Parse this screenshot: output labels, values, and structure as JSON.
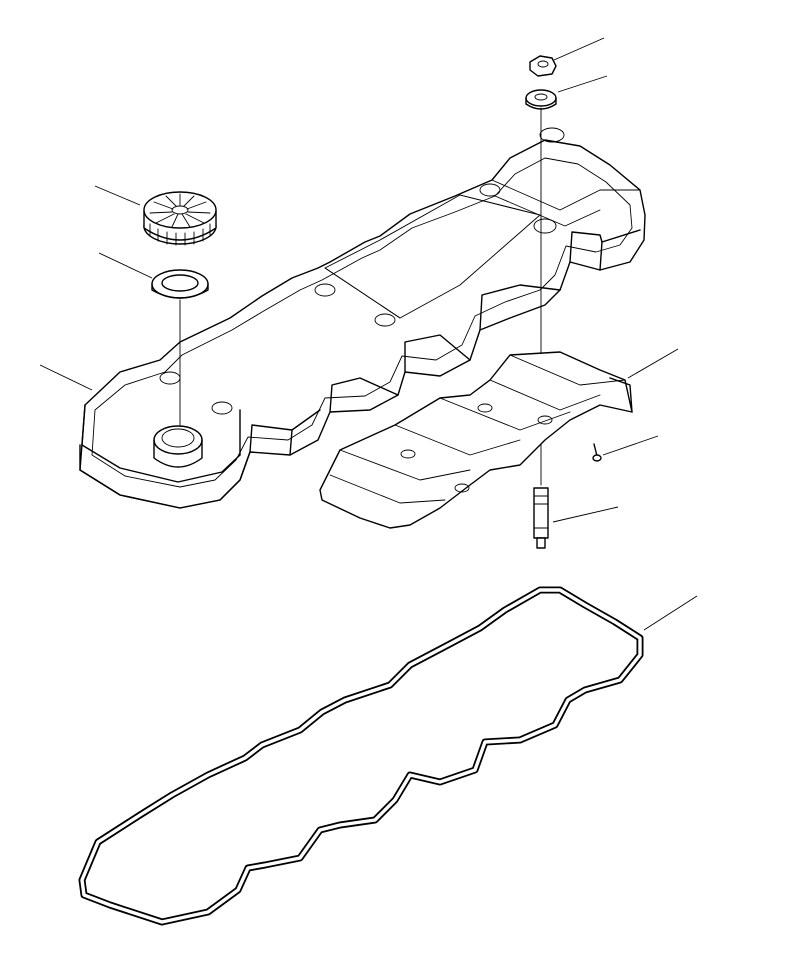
{
  "diagram": {
    "parts": [
      {
        "id": "rocker-cover",
        "label": ""
      },
      {
        "id": "oil-filler-cap",
        "label": ""
      },
      {
        "id": "cap-seal-ring",
        "label": ""
      },
      {
        "id": "cover-nut",
        "label": ""
      },
      {
        "id": "nut-grommet",
        "label": ""
      },
      {
        "id": "baffle-plate",
        "label": ""
      },
      {
        "id": "baffle-screw",
        "label": ""
      },
      {
        "id": "cover-stud",
        "label": ""
      },
      {
        "id": "cover-gasket",
        "label": ""
      }
    ],
    "line_color": "#000000",
    "background": "#ffffff"
  }
}
